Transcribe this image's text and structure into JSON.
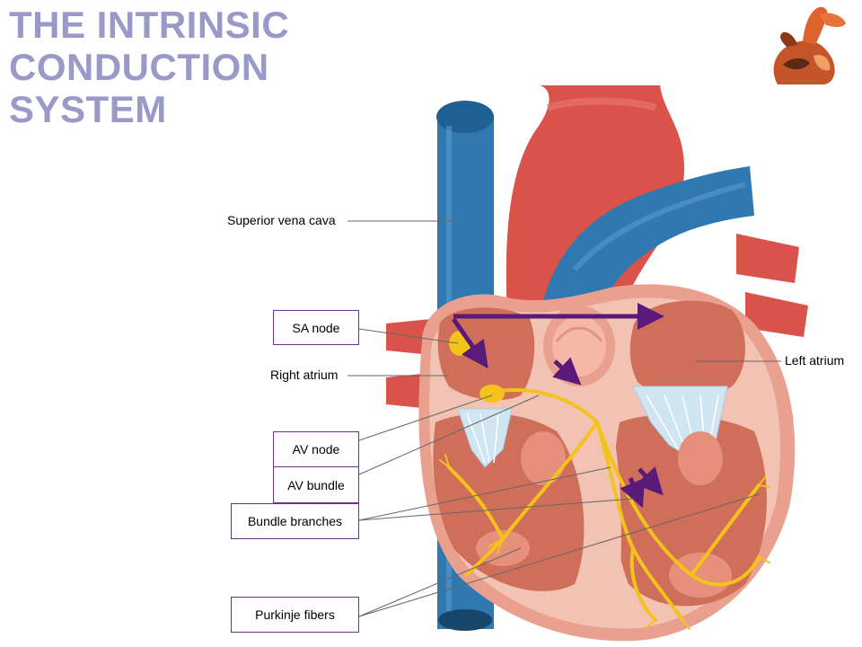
{
  "slide": {
    "title_lines": [
      "THE INTRINSIC",
      "CONDUCTION",
      "SYSTEM"
    ]
  },
  "labels": {
    "superior_vena_cava": "Superior vena cava",
    "sa_node": "SA node",
    "right_atrium": "Right atrium",
    "av_node": "AV node",
    "av_bundle": "AV bundle",
    "bundle_branches": "Bundle branches",
    "purkinje_fibers": "Purkinje fibers",
    "left_atrium": "Left atrium"
  },
  "colors": {
    "title": "#9a9ac9",
    "vein_blue": "#2f78b0",
    "artery_red": "#d9534a",
    "muscle_pink": "#e9a08e",
    "chamber": "#cf6f5a",
    "conduction_yellow": "#f5c21b",
    "arrow_purple": "#5a1a7a",
    "box_border": "#6f2f8f"
  },
  "icons": {
    "corner": "heart-thumbnail-icon"
  }
}
